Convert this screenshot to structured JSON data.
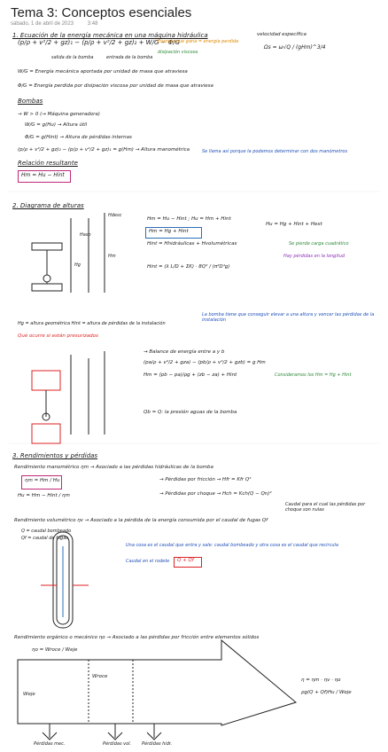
{
  "header": {
    "title": "Tema 3: Conceptos esenciales",
    "date": "sábado, 1 de abril de 2023",
    "time": "3:48"
  },
  "section1": {
    "heading": "1. Ecuación de la energía mecánica en una máquina hidráulica",
    "velocidad_label": "velocidad específica",
    "velocidad_formula": "Ωs = ω√Q / (gHm)^3/4",
    "eq_main": "(p/ρ + v²/2 + gz)₁ − (p/ρ + v²/2 + gz)₂ + W/G − Φ/G",
    "salida_label": "salida de la bomba",
    "entrada_label": "entrada de la bomba",
    "energia_label": "Energía que gana = energía perdida",
    "disipacion_label": "disipación viscosa",
    "line_w": "W/G = Energía mecánica aportada por unidad de masa que atraviesa",
    "line_phi": "Φ/G = Energía perdida por disipación viscosa por unidad de masa que atraviesa",
    "bombas_heading": "Bombas",
    "bombas_line1": "→ W > 0 (→ Máquina generadora)",
    "bombas_line2": "W/G = g(Hu) → Altura útil",
    "bombas_line3": "Φ/G = g(Hint) → Altura de pérdidas internas",
    "bombas_line4": "(p/ρ + v²/2 + gz)₂ − (p/ρ + v²/2 + gz)₁ = g(Hm) → Altura manométrica",
    "bombas_note": "Se llama así porque la podemos determinar con dos manómetros",
    "relacion_heading": "Relación resultante",
    "relacion_formula": "Hm = Hu − Hint"
  },
  "section2": {
    "heading": "2. Diagrama de alturas",
    "label_hdesc": "Hdesc",
    "label_hasp": "Hasp",
    "label_hg": "Hg",
    "label_hm": "Hm",
    "eq1": "Hm = Hu − Hint ;   Hu = Hm + Hint",
    "eq_box": "Hm = Hg + Hint",
    "eq2": "Hint = Hhidráulicas + Hvolumétricas",
    "eq3": "Hint = (λ L/D + ΣK) · 8Q² / (π²D⁴g)",
    "eq_brace": "Hu = Hg + Hint + Hext",
    "note_cuadrat": "Se pierde carga cuadrático",
    "note_long": "Hay pérdidas en la longitud",
    "hg_def": "Hg = altura geométrica     Hint = altura de pérdidas de la instalación",
    "note_blue": "La bomba tiene que conseguir elevar a una altura y vencer las pérdidas de la instalación",
    "note_red": "Qué ocurre si están presurizados",
    "balance": "→ Balance de energía entre a y b",
    "bal_eq1": "(pa/ρ + v²/2 + gza) − (pb/ρ + v²/2 + gzb) = g Hm",
    "bal_eq2": "Hm = (pb − pa)/ρg + (zb − za) + Hint",
    "bal_green": "Consideramos los Hm = Hg + Hint",
    "bal_note": "Qb = Q: la presión aguas de la bomba"
  },
  "section3": {
    "heading": "3. Rendimientos y pérdidas",
    "rend_man": "Rendimiento manométrico ηm → Asociado a las pérdidas hidráulicas de la bomba",
    "rend_man_formula": "ηm = Hm / Hu",
    "rend_man_eq": "Hu = Hm − Hint / ηm",
    "perd_fric": "→ Pérdidas por fricción → Hfr = Kfr Q²",
    "perd_choque": "→ Pérdidas por choque → Hch = Kch(Q − Qn)²",
    "caudal_note": "Caudal para el cual las pérdidas por choque son nulas",
    "rend_vol": "Rendimiento volumétrico ηv → Asociado a la pérdida de la energía consumida por el caudal de fugas Qf",
    "q_bombeado": "Q = caudal bombeado",
    "q_fugas": "Qf = caudal de fugas",
    "note_vol": "Una cosa es el caudal que entra y sale: caudal bombeado y otra cosa es el caudal que recircula",
    "caudal_rodete": "Caudal en el rodete",
    "caudal_formula": "Q + Qf",
    "rend_org": "Rendimiento orgánico o mecánico ηo → Asociado a las pérdidas por fricción entre elementos sólidos",
    "rend_org_formula": "ηo = Wroce / Weje",
    "arrow_label1": "Wroce",
    "arrow_label2": "Weje",
    "perdidas1": "Pérdidas mec.",
    "perdidas2": "Pérdidas vol.",
    "perdidas3": "Pérdidas hidr.",
    "eta_total": "η = ηm · ηv · ηo",
    "eta_expr": "ρg(Q + Qf)Hu / Weje"
  }
}
